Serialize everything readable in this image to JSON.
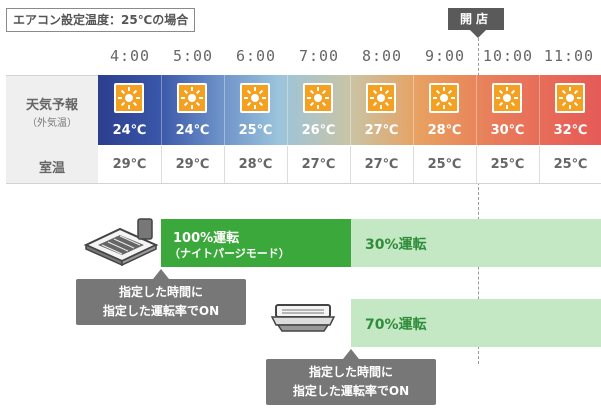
{
  "header": {
    "title": "エアコン設定温度：25℃の場合",
    "open_label": "開店"
  },
  "times": [
    "4:00",
    "5:00",
    "6:00",
    "7:00",
    "8:00",
    "9:00",
    "10:00",
    "11:00"
  ],
  "weather": {
    "label": "天気予報",
    "sublabel": "（外気温）",
    "icon": "sun-icon",
    "temps": [
      "24℃",
      "24℃",
      "25℃",
      "26℃",
      "27℃",
      "28℃",
      "30℃",
      "32℃"
    ]
  },
  "room": {
    "label": "室温",
    "temps": [
      "29℃",
      "29℃",
      "28℃",
      "27℃",
      "27℃",
      "25℃",
      "25℃",
      "25℃"
    ]
  },
  "units": {
    "ceiling_unit": {
      "night_purge_label": "100%運転",
      "night_purge_sub": "（ナイトパージモード）",
      "normal_label": "30%運転",
      "callout_line1": "指定した時間に",
      "callout_line2": "指定した運転率でON"
    },
    "cassette_unit": {
      "normal_label": "70%運転",
      "callout_line1": "指定した時間に",
      "callout_line2": "指定した運転率でON"
    }
  },
  "colors": {
    "night_purge": "#3aa83a",
    "operation": "#c4e8c4",
    "sun": "#f4a020",
    "callout": "#777777"
  }
}
